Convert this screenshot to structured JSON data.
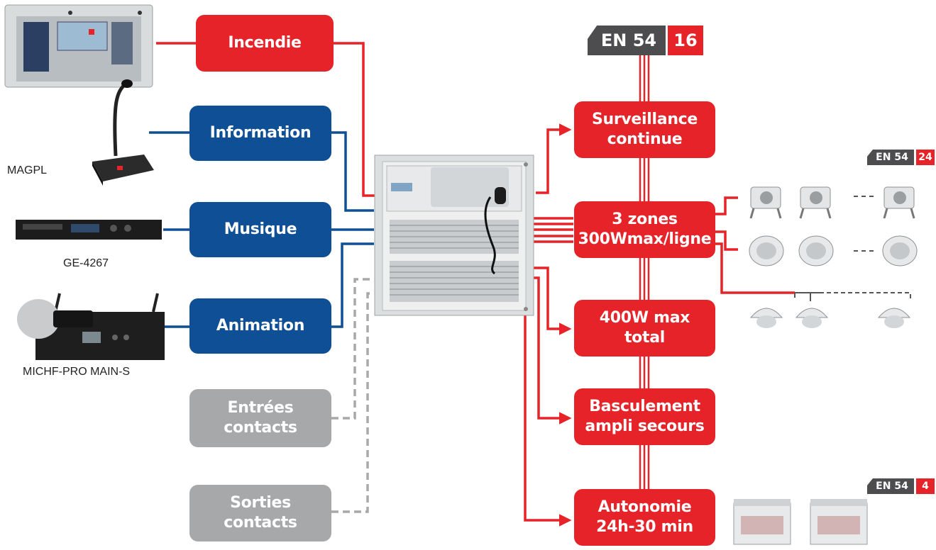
{
  "inputs": {
    "incendie": "Incendie",
    "information": "Information",
    "musique": "Musique",
    "animation": "Animation",
    "entrees": [
      "Entrées",
      "contacts"
    ],
    "sorties": [
      "Sorties",
      "contacts"
    ]
  },
  "features": {
    "surveillance": [
      "Surveillance",
      "continue"
    ],
    "zones": [
      "3 zones",
      "300Wmax/ligne"
    ],
    "power": [
      "400W max",
      "total"
    ],
    "basculement": [
      "Basculement",
      "ampli secours"
    ],
    "autonomie": [
      "Autonomie",
      "24h-30 min"
    ]
  },
  "device_labels": {
    "microphone": "MAGPL",
    "player": "GE-4267",
    "wireless_mic": "MICHF-PRO MAIN-S"
  },
  "badges": {
    "main": {
      "left": "EN 54",
      "right": "16"
    },
    "speakers": {
      "left": "EN 54",
      "right": "24"
    },
    "batteries": {
      "left": "EN 54",
      "right": "4"
    }
  },
  "colors": {
    "red": "#e52329",
    "blue": "#0f4f95",
    "grey": "#a7a8aa",
    "badge_dark": "#4d4d4f"
  }
}
